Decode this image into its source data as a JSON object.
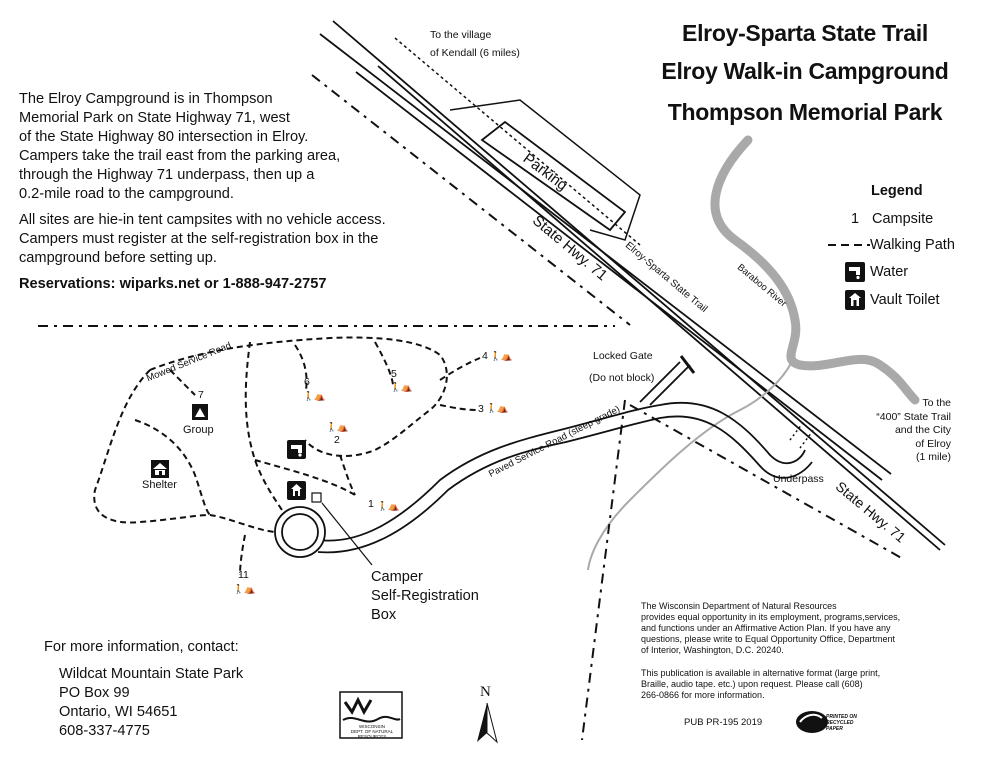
{
  "title": {
    "line1": "Elroy-Sparta State Trail",
    "line2": "Elroy Walk-in Campground",
    "line3": "Thompson Memorial Park"
  },
  "intro": {
    "p1": [
      "The Elroy Campground is in Thompson",
      "Memorial Park on State Highway 71, west",
      "of the State Highway 80 intersection in Elroy.",
      "Campers take the trail east from the parking area,",
      "through the Highway 71 underpass, then up a",
      "0.2-mile road to the campground."
    ],
    "p2": [
      "All sites are hie-in tent campsites with no vehicle access.",
      "Campers must register at the self-registration box in the",
      "campground before setting up."
    ],
    "reservations": "Reservations: wiparks.net or 1-888-947-2757"
  },
  "legend": {
    "title": "Legend",
    "items": [
      {
        "symbol": "1",
        "label": "Campsite"
      },
      {
        "symbol": "walking-path",
        "label": "Walking Path"
      },
      {
        "symbol": "water-icon",
        "label": "Water"
      },
      {
        "symbol": "vault-toilet-icon",
        "label": "Vault Toilet"
      }
    ]
  },
  "map_labels": {
    "to_kendall_1": "To the village",
    "to_kendall_2": "of Kendall (6 miles)",
    "parking": "Parking",
    "hwy71_top": "State Hwy. 71",
    "hwy71_bottom": "State Hwy. 71",
    "trail": "Elroy-Sparta State Trail",
    "river": "Baraboo River",
    "locked_gate_1": "Locked Gate",
    "locked_gate_2": "(Do not block)",
    "to_elroy": [
      "To the",
      "“400” State Trail",
      "and the City",
      "of Elroy",
      "(1 mile)"
    ],
    "underpass": "Underpass",
    "mowed_road": "Mowed Service Road",
    "paved_road": "Paved Service Road (steep grade)",
    "group": "Group",
    "shelter": "Shelter",
    "camper_box": [
      "Camper",
      "Self-Registration",
      "Box"
    ],
    "north": "N"
  },
  "campsites": [
    "1",
    "2",
    "3",
    "4",
    "5",
    "6",
    "7",
    "11"
  ],
  "contact": {
    "heading": "For more information, contact:",
    "lines": [
      "Wildcat Mountain State Park",
      "PO Box 99",
      "Ontario, WI 54651",
      "608-337-4775"
    ]
  },
  "disclaimer": {
    "p1": [
      "The Wisconsin Department of Natural Resources",
      "provides equal opportunity in its employment, programs,services,",
      "and functions under an Affirmative Action Plan. If you have any",
      "questions, please write to Equal Opportunity Office, Department",
      "of Interior, Washington, D.C. 20240."
    ],
    "p2": [
      "This publication is available in alternative format (large print,",
      "Braille, audio tape. etc.) upon request. Please call (608)",
      "266-0866 for more information."
    ],
    "pub": "PUB PR-195 2019",
    "recycled": [
      "PRINTED ON",
      "RECYCLED",
      "PAPER"
    ],
    "dnr_logo": [
      "WISCONSIN",
      "DEPT. OF NATURAL RESOURCES"
    ]
  },
  "colors": {
    "river": "#a9a9a9",
    "ink": "#111111"
  }
}
